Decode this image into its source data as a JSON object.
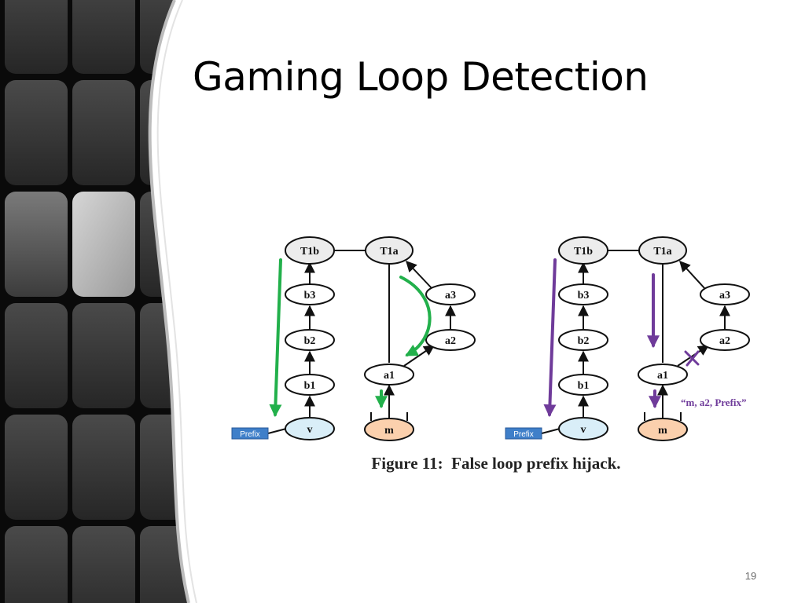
{
  "slide": {
    "title": "Gaming Loop Detection",
    "page_number": "19"
  },
  "figure": {
    "caption": "Figure 11:  False loop prefix hijack.",
    "colors": {
      "green_arrow": "#22b04b",
      "purple_arrow": "#6f3b9a",
      "victim_node": "#d9eef8",
      "malicious_node": "#fbd0ad",
      "tier1_node": "#ececec",
      "prefix_box": "#3f7fc9"
    },
    "left": {
      "nodes": {
        "T1b": "T1b",
        "T1a": "T1a",
        "b3": "b3",
        "b2": "b2",
        "b1": "b1",
        "v": "v",
        "a3": "a3",
        "a2": "a2",
        "a1": "a1",
        "m": "m"
      },
      "prefix_label": "Prefix"
    },
    "right": {
      "nodes": {
        "T1b": "T1b",
        "T1a": "T1a",
        "b3": "b3",
        "b2": "b2",
        "b1": "b1",
        "v": "v",
        "a3": "a3",
        "a2": "a2",
        "a1": "a1",
        "m": "m"
      },
      "prefix_label": "Prefix",
      "annotation": "“m, a2, Prefix”"
    }
  }
}
